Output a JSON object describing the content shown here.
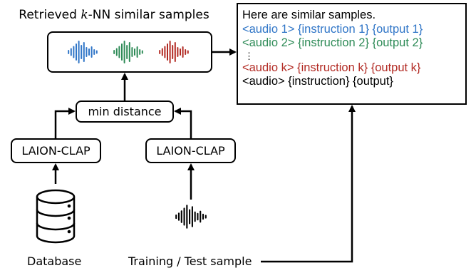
{
  "diagram": {
    "retrieved_title_before": "Retrieved ",
    "retrieved_title_k": "k",
    "retrieved_title_after": "-NN similar samples",
    "min_distance_label": "min distance",
    "clap_left_label": "LAION-CLAP",
    "clap_right_label": "LAION-CLAP",
    "database_label": "Database",
    "sample_label": "Training / Test sample",
    "waveform_colors": {
      "audio1": "#2f75c7",
      "audio2": "#2e8b57",
      "audiok": "#b22a23",
      "query": "#000000"
    },
    "icons": [
      "waveform-icon",
      "database-icon",
      "arrow-icon"
    ]
  },
  "prompt": {
    "header": "Here are similar samples.",
    "line1": "<audio 1> {instruction 1} {output 1}",
    "line2": "<audio 2> {instruction 2} {output 2}",
    "ellipsis": "⋮",
    "linek": "<audio k> {instruction k} {output k}",
    "query": "<audio> {instruction} {output}"
  }
}
